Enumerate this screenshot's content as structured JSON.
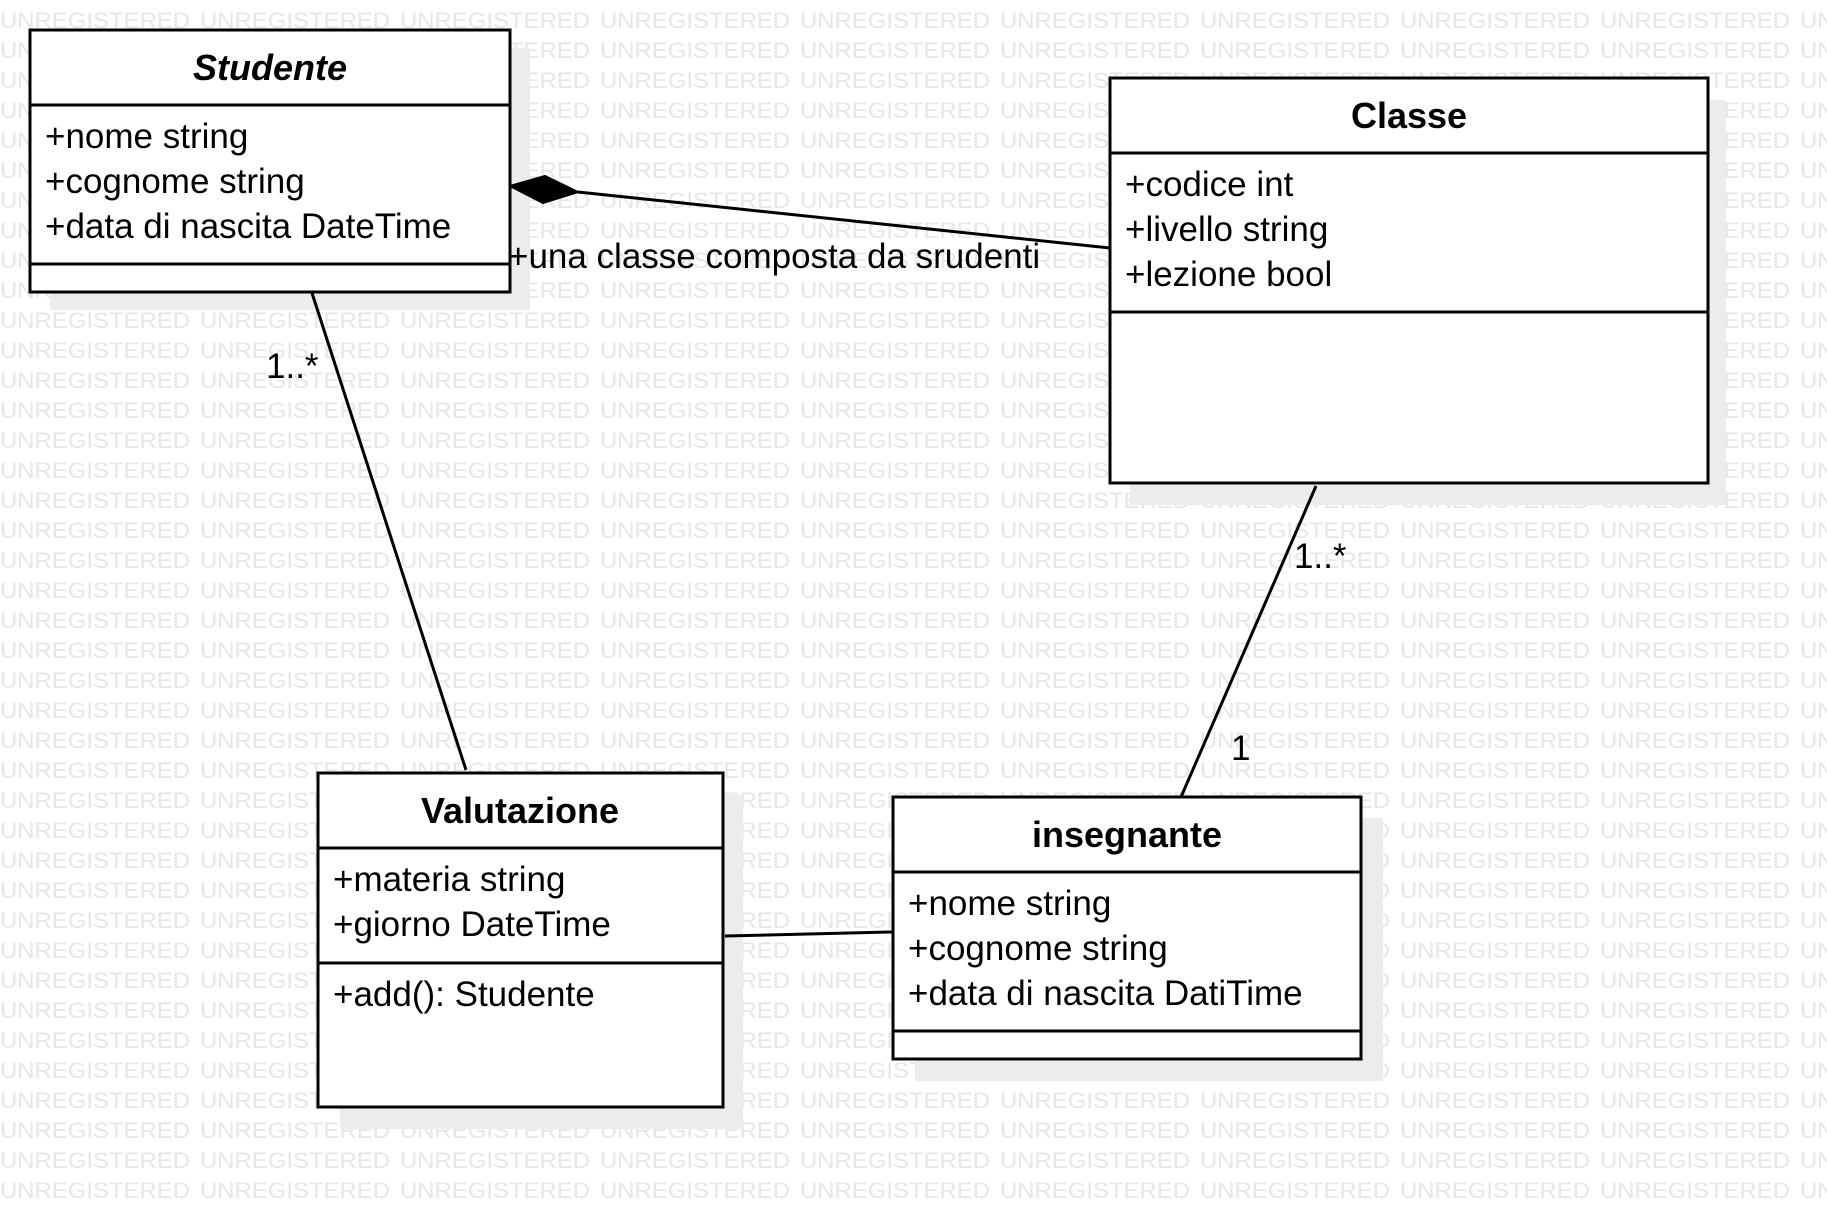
{
  "watermark": {
    "text": "UNREGISTERED",
    "color": "#e6e6e6"
  },
  "classes": {
    "studente": {
      "name": "Studente",
      "attributes": [
        "+nome string",
        "+cognome string",
        "+data di nascita DateTime"
      ],
      "operations": []
    },
    "classe": {
      "name": "Classe",
      "attributes": [
        "+codice int",
        "+livello string",
        "+lezione bool"
      ],
      "operations": []
    },
    "valutazione": {
      "name": "Valutazione",
      "attributes": [
        "+materia string",
        "+giorno DateTime"
      ],
      "operations": [
        "+add(): Studente"
      ]
    },
    "insegnante": {
      "name": "insegnante",
      "attributes": [
        "+nome string",
        "+cognome string",
        "+data di nascita DatiTime"
      ],
      "operations": []
    }
  },
  "associations": {
    "composition_label": "+una classe composta da srudenti",
    "studente_valutazione_mult": "1..*",
    "classe_insegnante_mult_classe": "1..*",
    "classe_insegnante_mult_insegnante": "1"
  }
}
